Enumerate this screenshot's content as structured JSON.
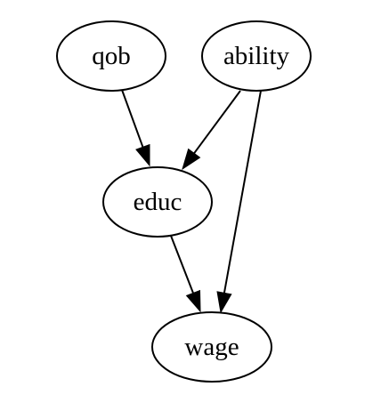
{
  "graph": {
    "nodes": [
      {
        "id": "qob",
        "label": "qob"
      },
      {
        "id": "ability",
        "label": "ability"
      },
      {
        "id": "educ",
        "label": "educ"
      },
      {
        "id": "wage",
        "label": "wage"
      }
    ],
    "edges": [
      {
        "from": "qob",
        "to": "educ"
      },
      {
        "from": "ability",
        "to": "educ"
      },
      {
        "from": "ability",
        "to": "wage"
      },
      {
        "from": "educ",
        "to": "wage"
      }
    ]
  }
}
